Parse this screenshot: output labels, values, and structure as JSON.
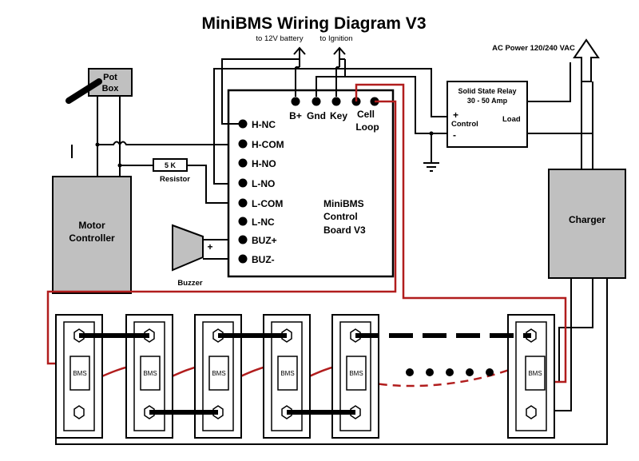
{
  "title": "MiniBMS Wiring Diagram  V3",
  "top_labels": {
    "battery": "to 12V battery",
    "ignition": "to Ignition",
    "ac_power": "AC Power 120/240 VAC"
  },
  "pot_box": {
    "line1": "Pot",
    "line2": "Box"
  },
  "motor_controller": {
    "line1": "Motor",
    "line2": "Controller"
  },
  "resistor": {
    "value": "5 K",
    "label": "Resistor"
  },
  "buzzer": {
    "label": "Buzzer",
    "plus": "+"
  },
  "control_board": {
    "left_pins": [
      "H-NC",
      "H-COM",
      "H-NO",
      "L-NO",
      "L-COM",
      "L-NC",
      "BUZ+",
      "BUZ-"
    ],
    "top_pins": {
      "b_plus": "B+",
      "gnd": "Gnd",
      "key": "Key",
      "cell": "Cell",
      "loop": "Loop"
    },
    "name_lines": [
      "MiniBMS",
      "Control",
      "Board  V3"
    ]
  },
  "relay": {
    "title": "Solid State Relay",
    "rating": "30 - 50 Amp",
    "plus": "+",
    "minus": "-",
    "control": "Control",
    "load": "Load"
  },
  "charger": {
    "label": "Charger"
  },
  "bms_label": "BMS",
  "colors": {
    "wire": "#000000",
    "cell_loop": "#b11d1d",
    "box_gray": "#c0c0c0"
  }
}
